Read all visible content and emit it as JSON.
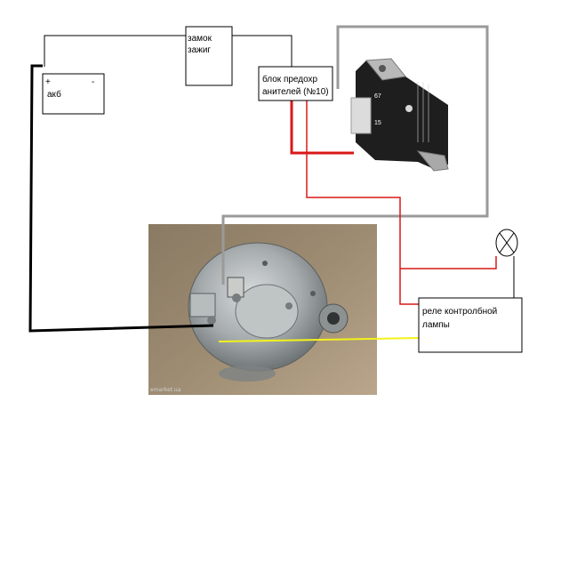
{
  "labels": {
    "battery_plus": "+",
    "battery_minus": "-",
    "battery": "акб",
    "ignition_line1": "замок",
    "ignition_line2": "зажиг",
    "fuse_line1": "блок предохр",
    "fuse_line2": "анителей (№10)",
    "relay_line1": "реле контролбной",
    "relay_line2": "лампы",
    "photo_credit": "emarket.ua"
  },
  "regulator_markings": {
    "left_terminal_top": "67",
    "left_terminal_bottom": "15"
  },
  "wire_colors": {
    "black": "#000000",
    "gray": "#9a9a9a",
    "red": "#d81818",
    "yellow": "#f2f21a"
  }
}
